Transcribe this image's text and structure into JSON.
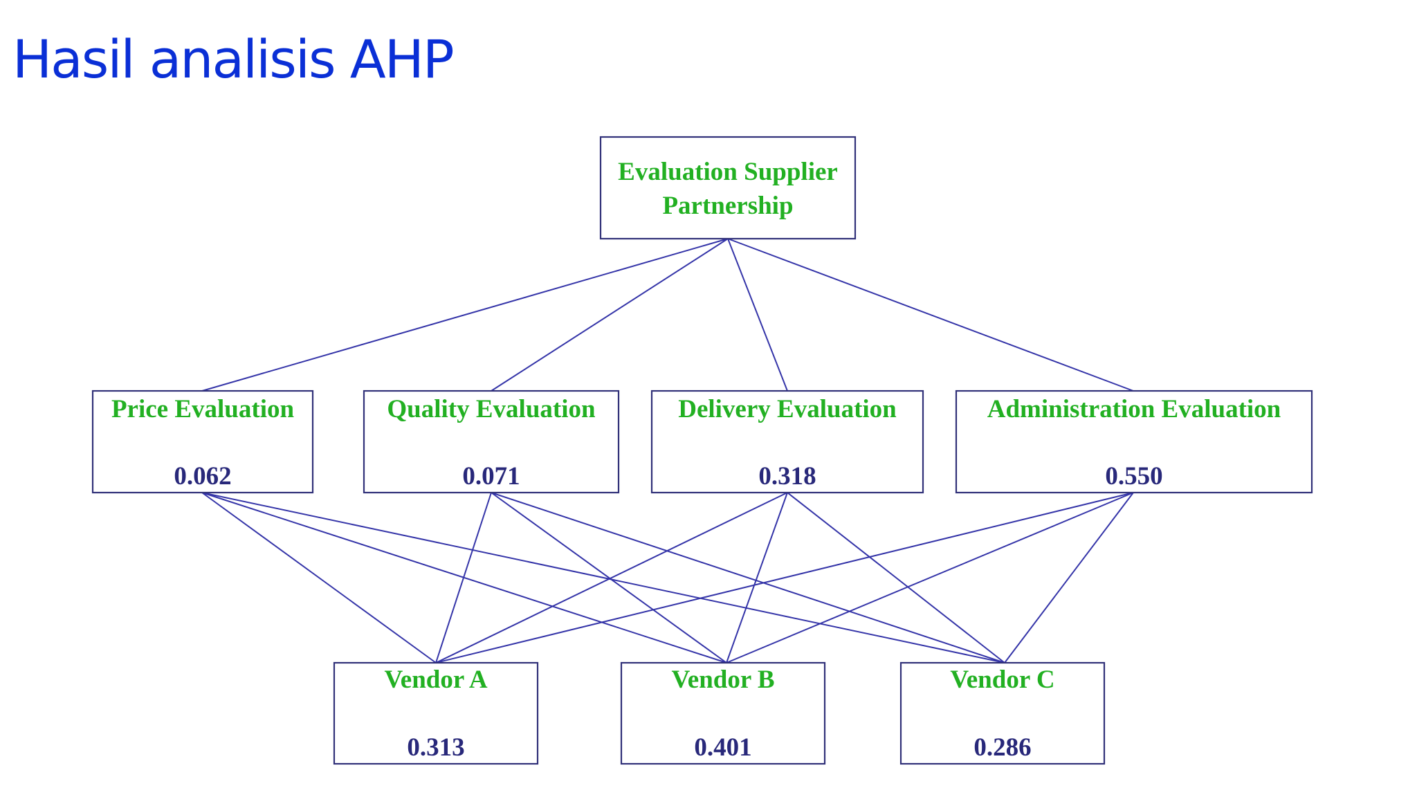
{
  "title": "Hasil analisis AHP",
  "colors": {
    "title": "#0a2fd6",
    "label": "#22b022",
    "weight": "#28287a",
    "box_border": "#303078",
    "edge": "#3434a8"
  },
  "goal": {
    "label_line1": "Evaluation Supplier",
    "label_line2": "Partnership"
  },
  "criteria": [
    {
      "label": "Price Evaluation",
      "weight": "0.062"
    },
    {
      "label": "Quality Evaluation",
      "weight": "0.071"
    },
    {
      "label": "Delivery Evaluation",
      "weight": "0.318"
    },
    {
      "label": "Administration Evaluation",
      "weight": "0.550"
    }
  ],
  "alternatives": [
    {
      "label": "Vendor A",
      "weight": "0.313"
    },
    {
      "label": "Vendor B",
      "weight": "0.401"
    },
    {
      "label": "Vendor C",
      "weight": "0.286"
    }
  ]
}
